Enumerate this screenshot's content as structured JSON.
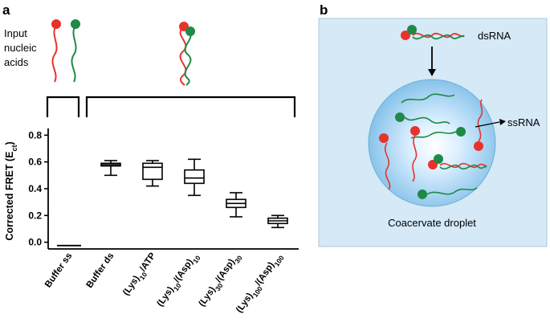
{
  "panels": {
    "a": "a",
    "b": "b"
  },
  "panel_a": {
    "input_label": [
      "Input",
      "nucleic",
      "acids"
    ]
  },
  "panel_b": {
    "dsrna_label": "dsRNA",
    "ssrna_label": "ssRNA",
    "droplet_label": "Coacervate droplet"
  },
  "colors": {
    "red_strand": "#e8322b",
    "green_strand": "#1e8a45",
    "panel_b_bg": "#d5e9f7",
    "droplet": "#8fc8ea"
  },
  "chart_data": {
    "type": "box",
    "ylabel": "Corrected FRET (E",
    "ylabel_sub": "ct",
    "ylabel_close": ")",
    "yticks": [
      "0.0",
      "0.2",
      "0.4",
      "0.6",
      "0.8"
    ],
    "ytick_values": [
      0.0,
      0.2,
      0.4,
      0.6,
      0.8
    ],
    "ylim": [
      -0.05,
      0.85
    ],
    "categories": [
      {
        "parts": [
          {
            "t": "Buffer ss"
          }
        ]
      },
      {
        "parts": [
          {
            "t": "Buffer ds"
          }
        ]
      },
      {
        "parts": [
          {
            "t": "(Lys)"
          },
          {
            "t": "10",
            "sub": true
          },
          {
            "t": "/ATP"
          }
        ]
      },
      {
        "parts": [
          {
            "t": "(Lys)"
          },
          {
            "t": "10",
            "sub": true
          },
          {
            "t": "/(Asp)"
          },
          {
            "t": "10",
            "sub": true
          }
        ]
      },
      {
        "parts": [
          {
            "t": "(Lys)"
          },
          {
            "t": "30",
            "sub": true
          },
          {
            "t": "/(Asp)"
          },
          {
            "t": "30",
            "sub": true
          }
        ]
      },
      {
        "parts": [
          {
            "t": "(Lys)"
          },
          {
            "t": "100",
            "sub": true
          },
          {
            "t": "/(Asp)"
          },
          {
            "t": "100",
            "sub": true
          }
        ]
      }
    ],
    "boxes": [
      {
        "min": -0.025,
        "q1": -0.025,
        "median": -0.025,
        "q3": -0.025,
        "max": -0.025
      },
      {
        "min": 0.5,
        "q1": 0.57,
        "median": 0.58,
        "q3": 0.59,
        "max": 0.61
      },
      {
        "min": 0.42,
        "q1": 0.47,
        "median": 0.56,
        "q3": 0.59,
        "max": 0.61
      },
      {
        "min": 0.35,
        "q1": 0.44,
        "median": 0.48,
        "q3": 0.54,
        "max": 0.62
      },
      {
        "min": 0.19,
        "q1": 0.26,
        "median": 0.29,
        "q3": 0.32,
        "max": 0.37
      },
      {
        "min": 0.11,
        "q1": 0.14,
        "median": 0.16,
        "q3": 0.18,
        "max": 0.2
      }
    ]
  }
}
